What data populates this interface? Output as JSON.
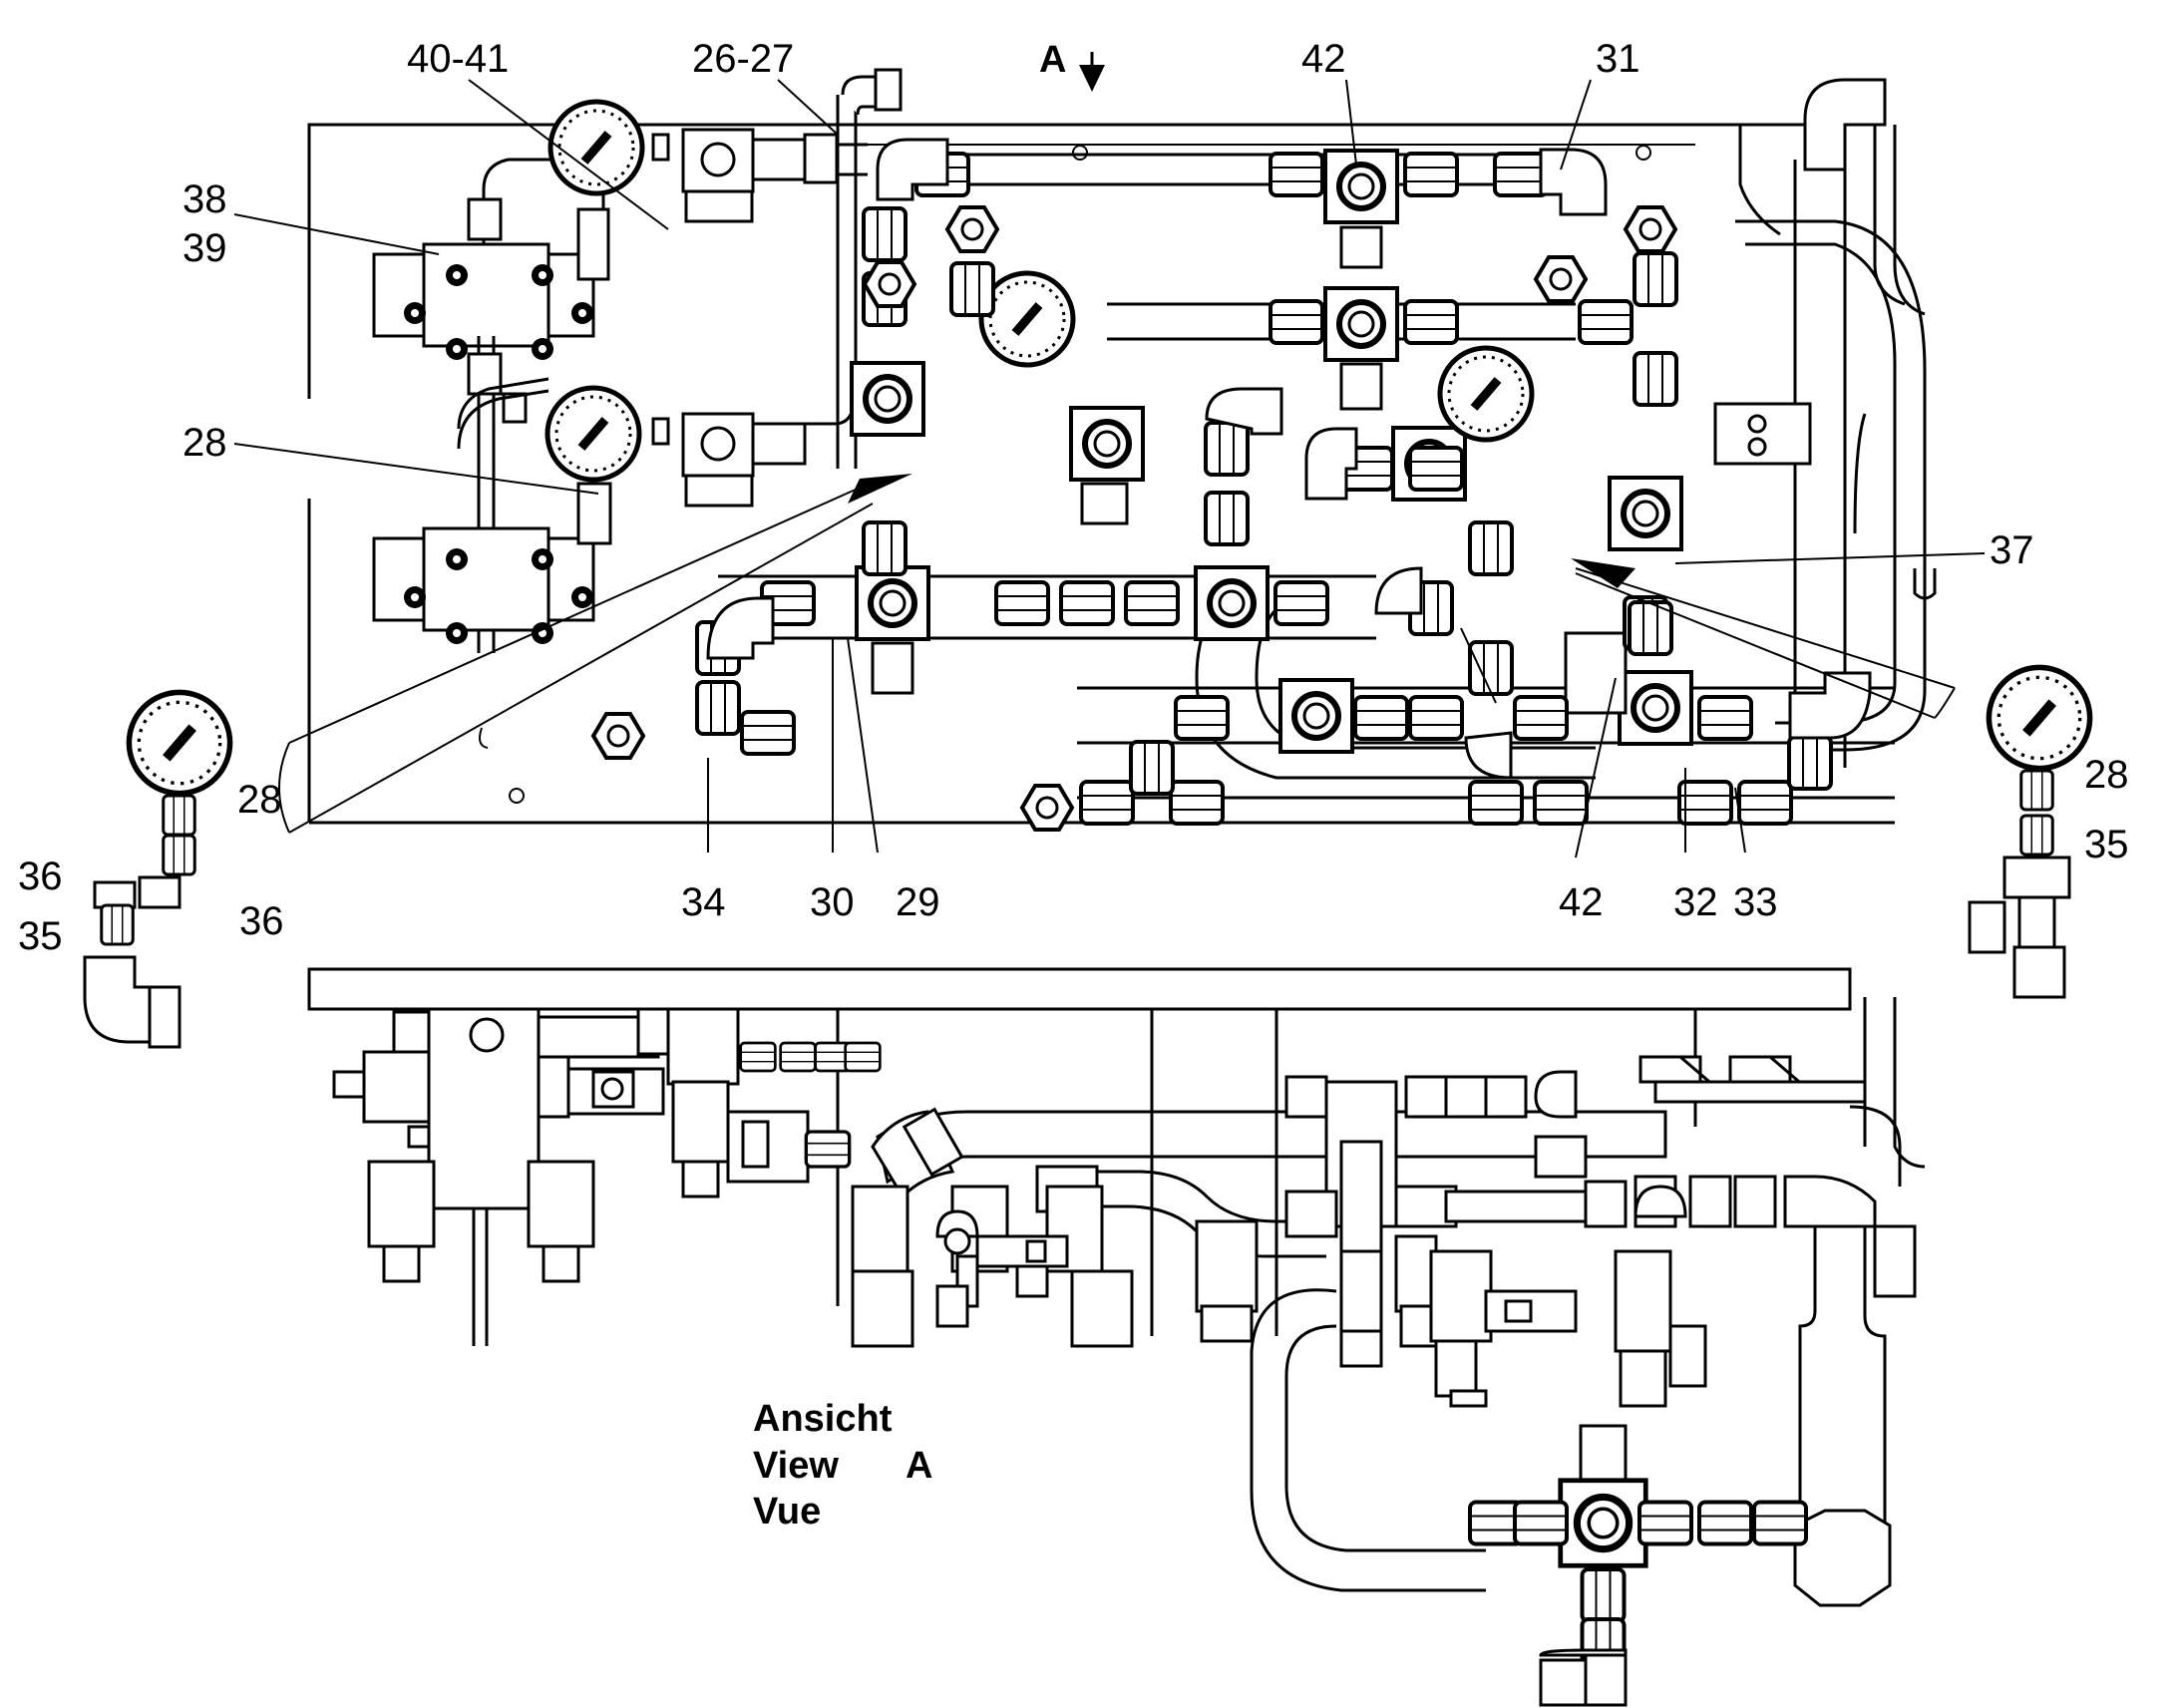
{
  "view_marker": "A",
  "callouts": [
    "40-41",
    "26-27",
    "42",
    "31",
    "38",
    "39",
    "28",
    "37",
    "28",
    "28",
    "35",
    "36",
    "36",
    "35",
    "34",
    "30",
    "29",
    "42",
    "32",
    "33"
  ],
  "view_caption": {
    "line1": "Ansicht",
    "line2": "View",
    "line2_letter": "A",
    "line3": "Vue"
  }
}
